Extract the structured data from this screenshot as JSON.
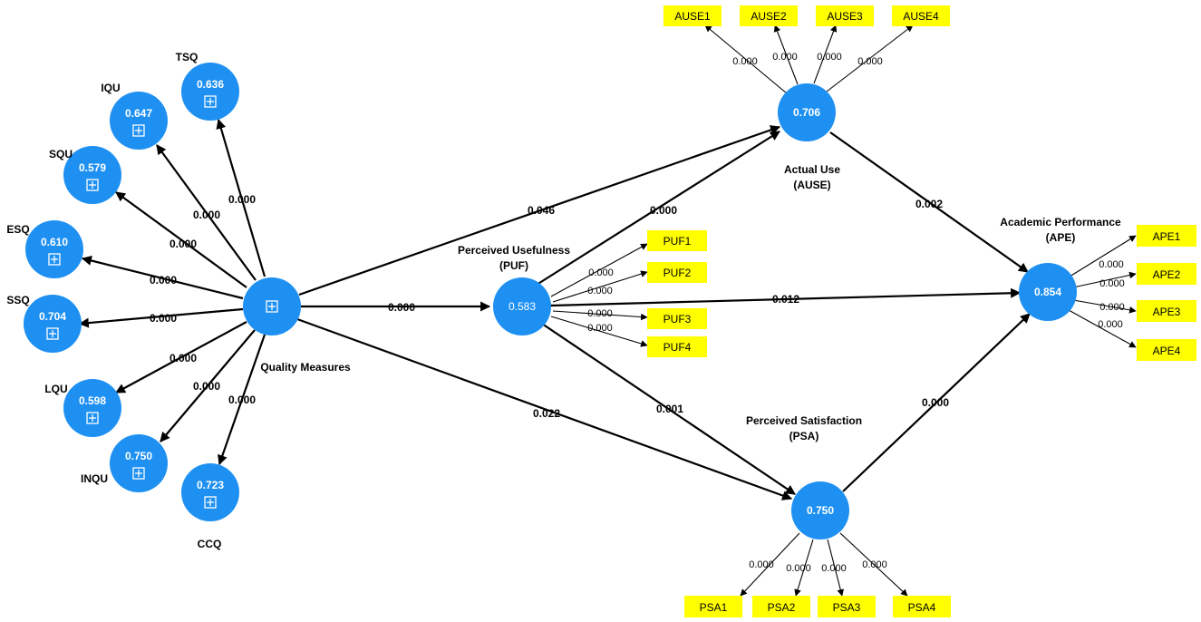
{
  "constructs": {
    "tsq": {
      "label": "TSQ",
      "value": "0.636",
      "icon": "expand-plus-icon"
    },
    "iqu": {
      "label": "IQU",
      "value": "0.647",
      "icon": "expand-plus-icon"
    },
    "squ": {
      "label": "SQU",
      "value": "0.579",
      "icon": "expand-plus-icon"
    },
    "esq": {
      "label": "ESQ",
      "value": "0.610",
      "icon": "expand-plus-icon"
    },
    "ssq": {
      "label": "SSQ",
      "value": "0.704",
      "icon": "expand-plus-icon"
    },
    "lqu": {
      "label": "LQU",
      "value": "0.598",
      "icon": "expand-plus-icon"
    },
    "inqu": {
      "label": "INQU",
      "value": "0.750",
      "icon": "expand-plus-icon"
    },
    "ccq": {
      "label": "CCQ",
      "value": "0.723",
      "icon": "expand-plus-icon"
    },
    "qm": {
      "label": "Quality Measures",
      "icon": "expand-plus-icon"
    },
    "puf": {
      "label_line1": "Perceived Usefulness",
      "label_line2": "(PUF)",
      "value": "0.583"
    },
    "ause": {
      "label_line1": "Actual Use",
      "label_line2": "(AUSE)",
      "value": "0.706"
    },
    "psa": {
      "label_line1": "Perceived Satisfaction",
      "label_line2": "(PSA)",
      "value": "0.750"
    },
    "ape": {
      "label_line1": "Academic Performance",
      "label_line2": "(APE)",
      "value": "0.854"
    }
  },
  "paths": {
    "qm_tsq": "0.000",
    "qm_iqu": "0.000",
    "qm_squ": "0.000",
    "qm_esq": "0.000",
    "qm_ssq": "0.000",
    "qm_lqu": "0.000",
    "qm_inqu": "0.000",
    "qm_ccq": "0.000",
    "qm_puf": "0.000",
    "qm_ause": "0.046",
    "qm_psa": "0.022",
    "puf_ause": "0.000",
    "puf_ape": "0.012",
    "puf_psa": "0.001",
    "ause_ape": "0.002",
    "psa_ape": "0.000"
  },
  "indicators": {
    "ause": [
      {
        "name": "AUSE1",
        "loading": "0.000"
      },
      {
        "name": "AUSE2",
        "loading": "0.000"
      },
      {
        "name": "AUSE3",
        "loading": "0.000"
      },
      {
        "name": "AUSE4",
        "loading": "0.000"
      }
    ],
    "puf": [
      {
        "name": "PUF1",
        "loading": "0.000"
      },
      {
        "name": "PUF2",
        "loading": "0.000"
      },
      {
        "name": "PUF3",
        "loading": "0.000"
      },
      {
        "name": "PUF4",
        "loading": "0.000"
      }
    ],
    "psa": [
      {
        "name": "PSA1",
        "loading": "0.000"
      },
      {
        "name": "PSA2",
        "loading": "0.000"
      },
      {
        "name": "PSA3",
        "loading": "0.000"
      },
      {
        "name": "PSA4",
        "loading": "0.000"
      }
    ],
    "ape": [
      {
        "name": "APE1",
        "loading": "0.000"
      },
      {
        "name": "APE2",
        "loading": "0.000"
      },
      {
        "name": "APE3",
        "loading": "0.000"
      },
      {
        "name": "APE4",
        "loading": "0.000"
      }
    ]
  },
  "colors": {
    "construct_fill": "#1e90f2",
    "indicator_fill": "#ffff00",
    "arrow": "#000000",
    "background": "#ffffff"
  }
}
